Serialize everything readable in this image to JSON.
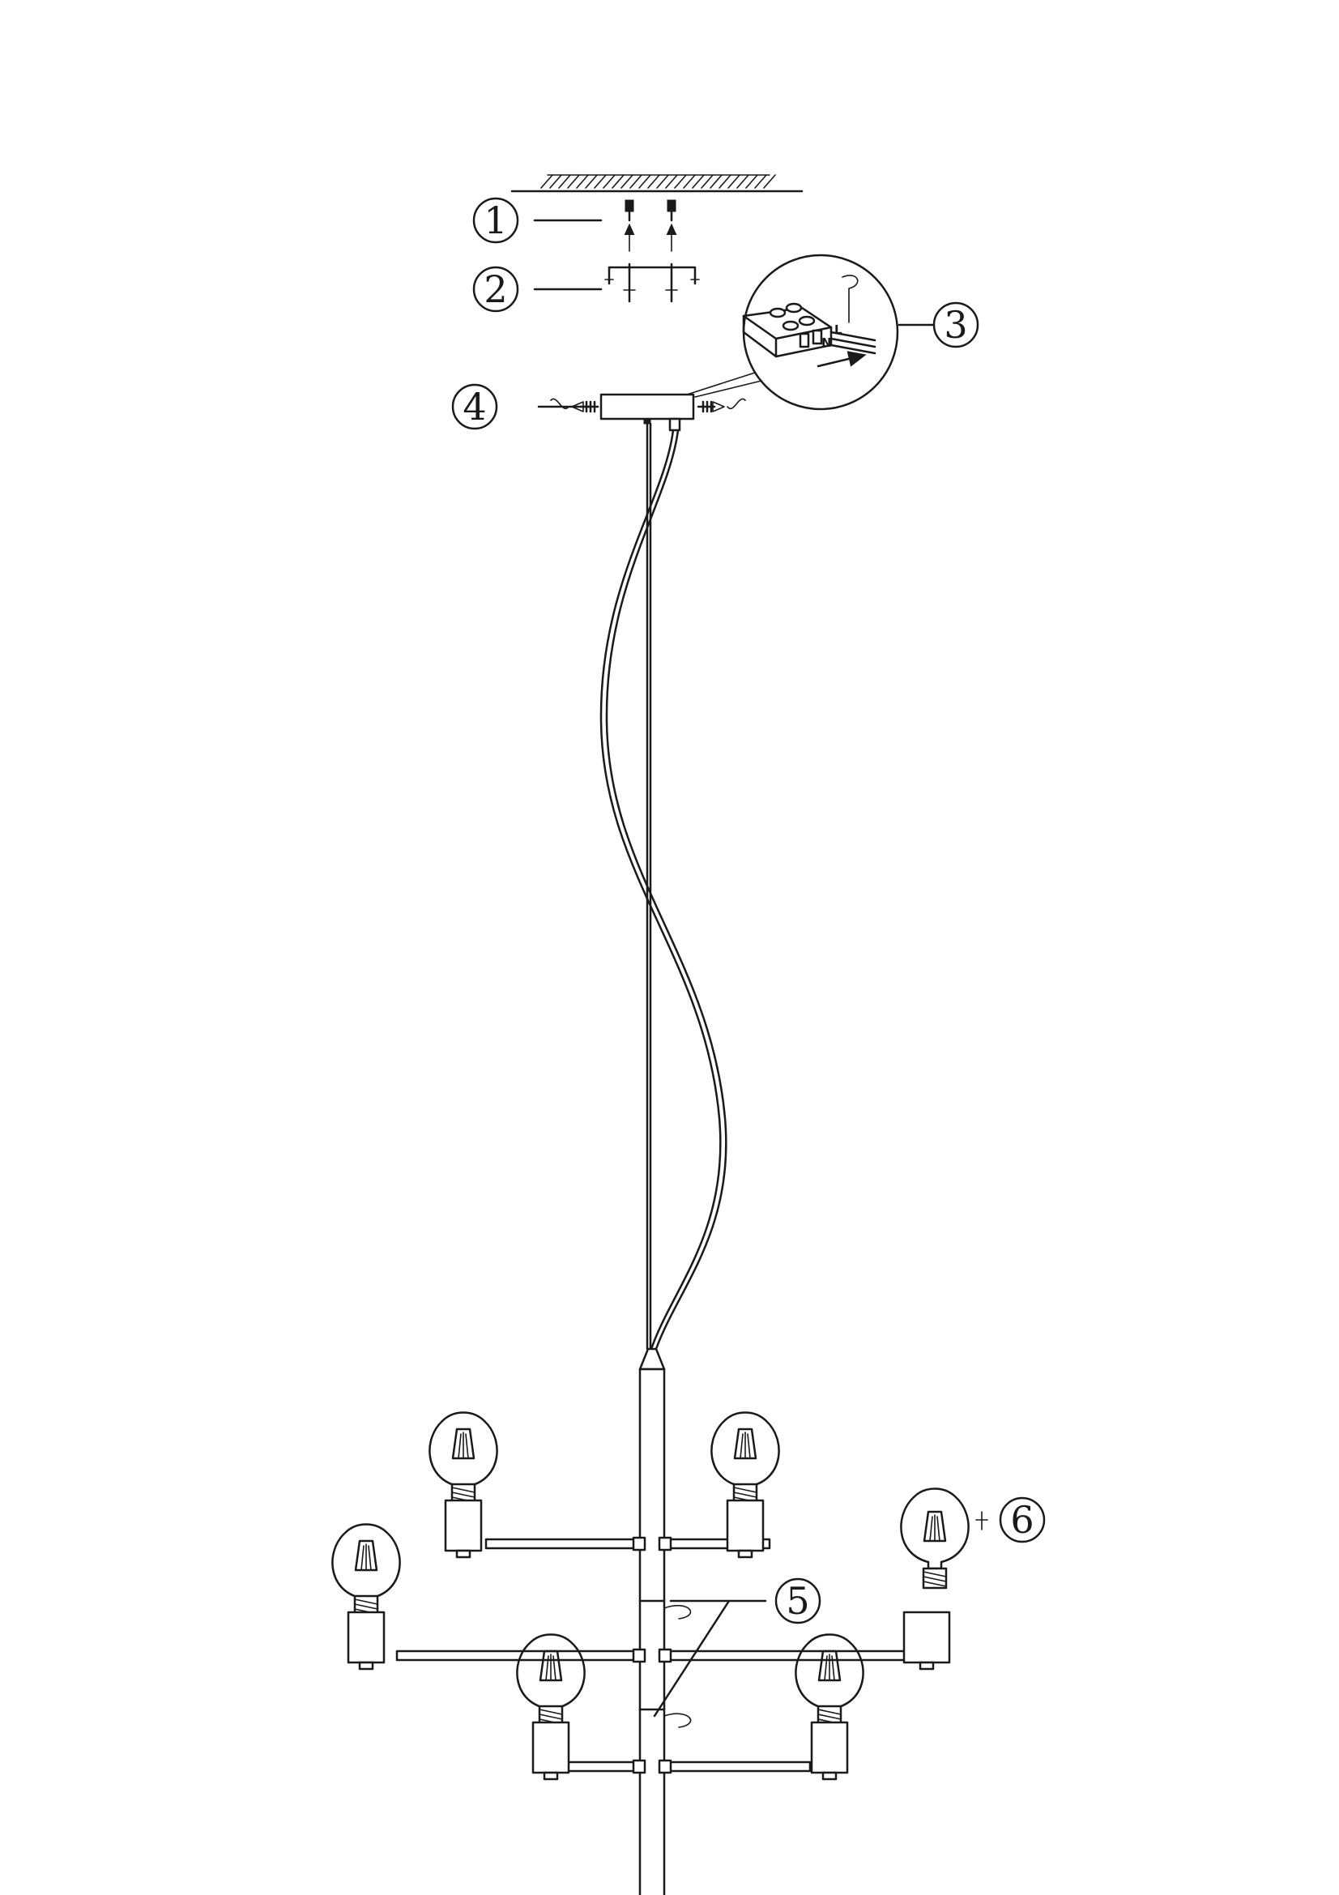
{
  "callouts": [
    {
      "id": "mount-screws",
      "number": "1",
      "caption": ""
    },
    {
      "id": "mounting-bracket",
      "number": "2",
      "caption": ""
    },
    {
      "id": "terminal-block",
      "number": "3",
      "caption": ""
    },
    {
      "id": "canopy-screws",
      "number": "4",
      "caption": ""
    },
    {
      "id": "arm-joints",
      "number": "5",
      "caption": ""
    },
    {
      "id": "bulb",
      "number": "6",
      "caption": ""
    }
  ],
  "terminal_block": {
    "live_label": "L",
    "neutral_label": "N"
  },
  "colors": {
    "line": "#1a1a1a",
    "background": "#ffffff"
  },
  "bulb_holder_count": 6
}
